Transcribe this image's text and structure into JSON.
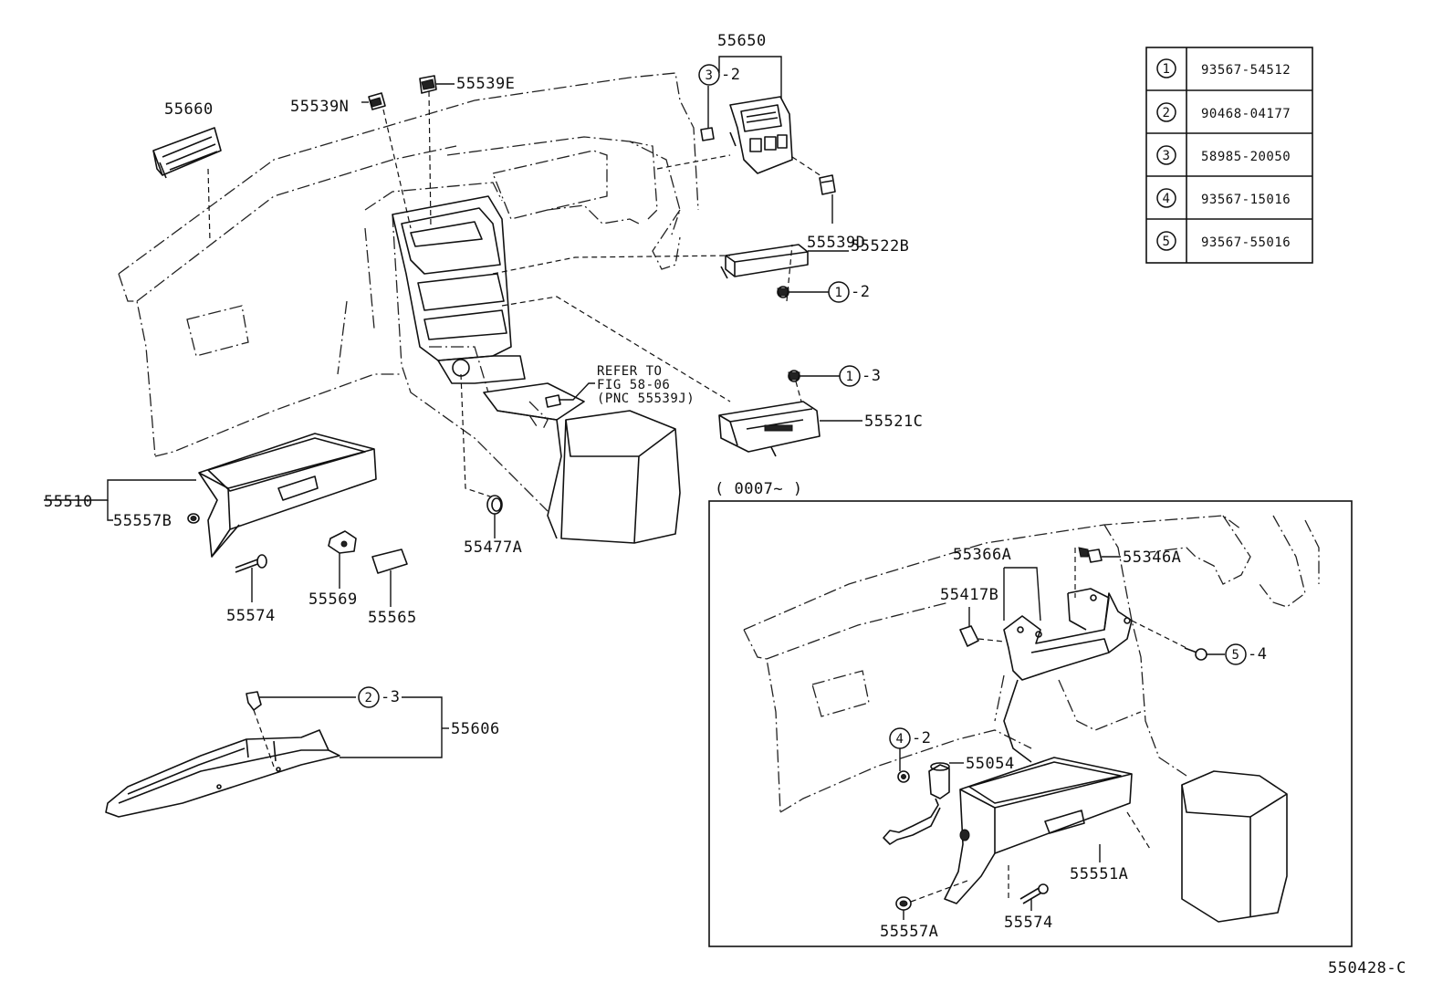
{
  "labels": {
    "p55650": "55650",
    "p55660": "55660",
    "p55539N": "55539N",
    "p55539E": "55539E",
    "p55539D": "55539D",
    "p55522B": "55522B",
    "p55521C": "55521C",
    "p55510": "55510",
    "p55557B": "55557B",
    "p55574": "55574",
    "p55569": "55569",
    "p55565": "55565",
    "p55477A": "55477A",
    "p55606": "55606",
    "p55366A": "55366A",
    "p55346A": "55346A",
    "p55417B": "55417B",
    "p55054": "55054",
    "p55551A": "55551A",
    "p55557A": "55557A",
    "p55574b": "55574",
    "callout_3_2": "-2",
    "callout_1_2": "-2",
    "callout_1_3": "-3",
    "callout_2_3": "-3",
    "callout_5_4": "-4",
    "callout_4_2": "-2"
  },
  "circle_numbers": {
    "c1": "1",
    "c2": "2",
    "c3": "3",
    "c4": "4",
    "c5": "5"
  },
  "refer_note": {
    "line1": "REFER TO",
    "line2": "FIG 58-06",
    "line3": "(PNC 55539J)"
  },
  "inset_label": "( 0007~    )",
  "figure_code": "550428-C",
  "parts_table": [
    {
      "num": "1",
      "part": "93567-54512"
    },
    {
      "num": "2",
      "part": "90468-04177"
    },
    {
      "num": "3",
      "part": "58985-20050"
    },
    {
      "num": "4",
      "part": "93567-15016"
    },
    {
      "num": "5",
      "part": "93567-55016"
    }
  ]
}
